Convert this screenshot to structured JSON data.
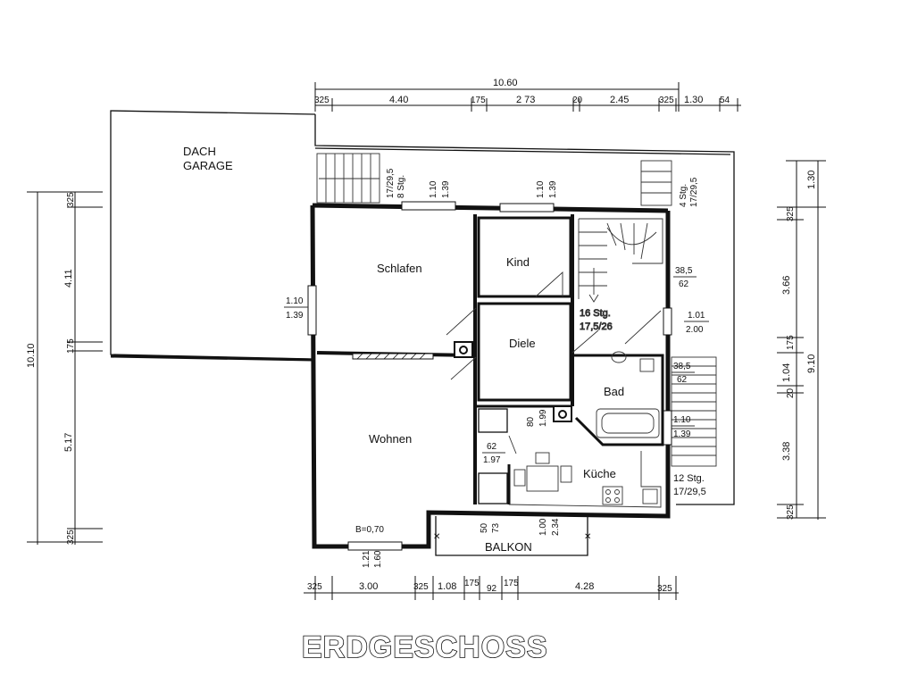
{
  "plan_title": "ERDGESCHOSS",
  "rooms": {
    "dach_garage_line1": "DACH",
    "dach_garage_line2": "GARAGE",
    "schlafen": "Schlafen",
    "kind": "Kind",
    "diele": "Diele",
    "bad": "Bad",
    "wohnen": "Wohnen",
    "kueche": "Küche",
    "balkon": "BALKON"
  },
  "stairs": {
    "top_left_a": "17/29,5",
    "top_left_b": "8 Stg.",
    "top_right_a": "4 Stg.",
    "top_right_b": "17/29,5",
    "inner_a": "16 Stg.",
    "inner_b": "17,5/26",
    "right_a": "12 Stg.",
    "right_b": "17/29,5"
  },
  "dimensions_top": {
    "overall": "10.60",
    "segments": [
      "325",
      "4.40",
      "175",
      "2 73",
      "20",
      "2.45",
      "325",
      "1.30",
      "54"
    ]
  },
  "dimensions_bottom": {
    "segments": [
      "325",
      "3.00",
      "325",
      "1.08",
      "175",
      "92",
      "175",
      "4.28",
      "325"
    ]
  },
  "dimensions_left": {
    "overall": "10.10",
    "segments": [
      "325",
      "4.11",
      "175",
      "5.17",
      "325"
    ]
  },
  "dimensions_right": {
    "overall": "9.10",
    "segments": [
      "1.30",
      "325",
      "3.66",
      "175",
      "1.04",
      "20",
      "3.38",
      "325"
    ]
  },
  "openings": {
    "schlafen_window_a": "1.10",
    "schlafen_window_b": "1.39",
    "kind_window_a": "1.10",
    "kind_window_b": "1.39",
    "left_window_a": "1.10",
    "left_window_b": "1.39",
    "stair_a": "38,5",
    "stair_b": "62",
    "stair_window_a": "1.01",
    "stair_window_b": "2.00",
    "bad_a": "38,5",
    "bad_b": "62",
    "bad_window_a": "1.10",
    "bad_window_b": "1.39",
    "diele_door_a": "80",
    "diele_door_b": "1.99",
    "kitchen_door_a": "62",
    "kitchen_door_b": "1.97",
    "balkon_door_a": "50",
    "balkon_door_b": "73",
    "balkon_door2_a": "1.00",
    "balkon_door2_b": "2.34",
    "wohnen_note": "B=0,70",
    "wohnen_window_a": "1.21",
    "wohnen_window_b": "1.60"
  }
}
